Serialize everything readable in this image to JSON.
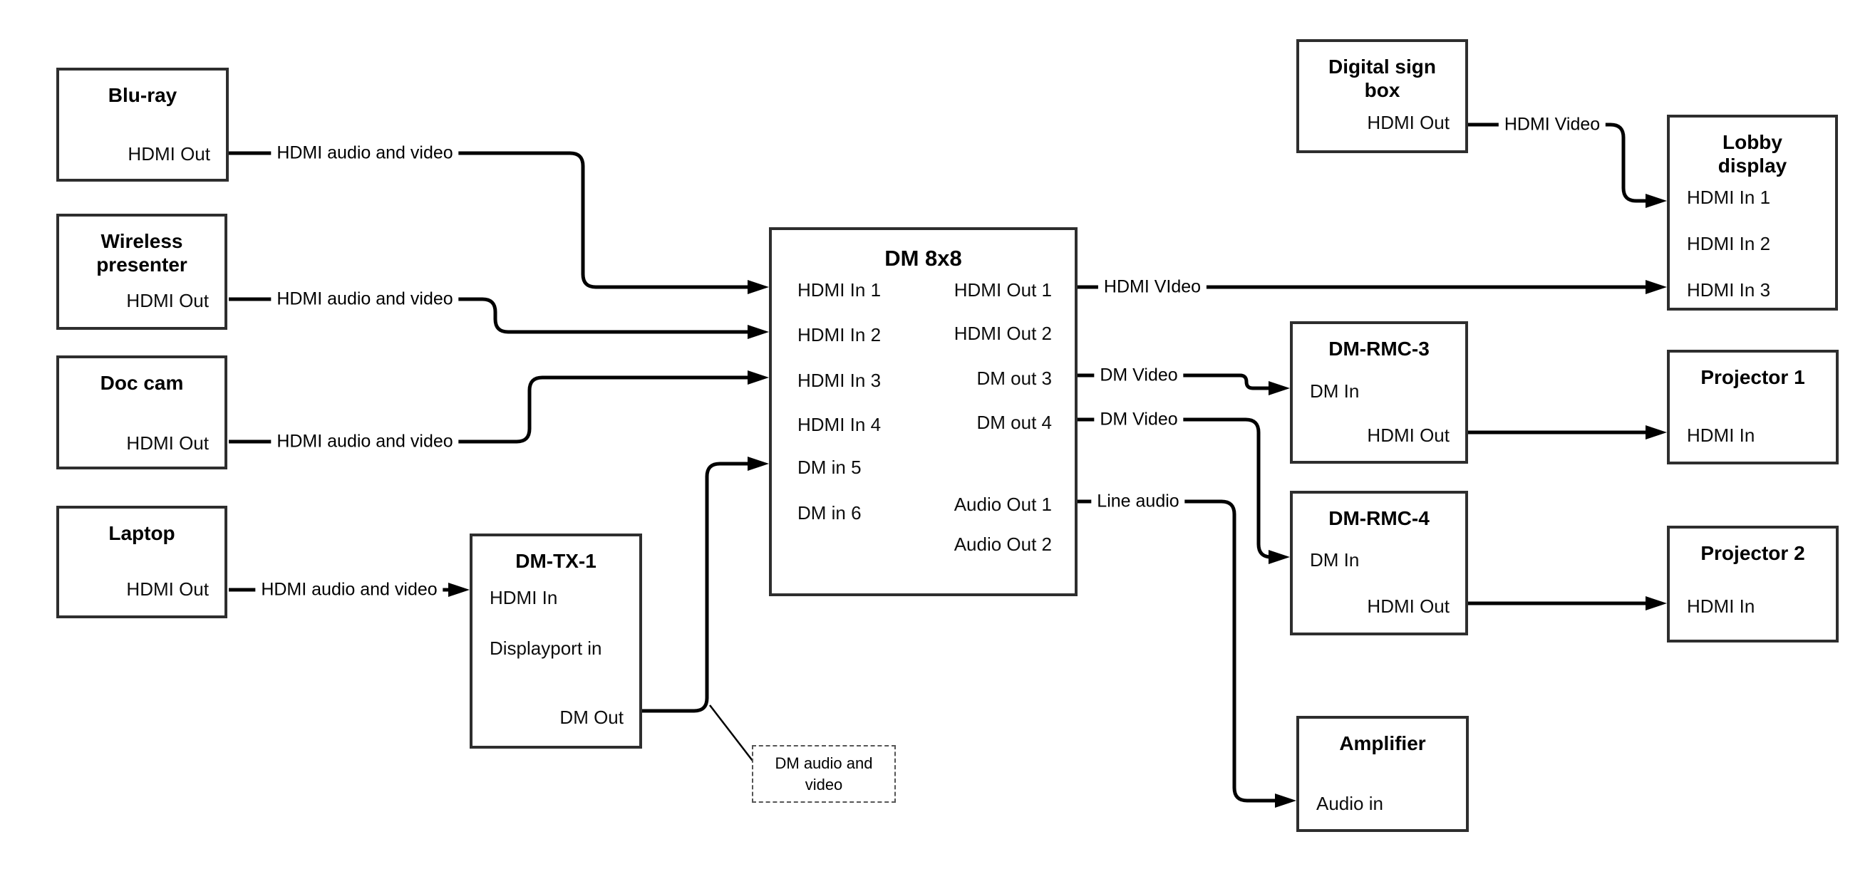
{
  "diagram": {
    "boxes": {
      "bluray": {
        "title": "Blu-ray",
        "ports": {
          "out": "HDMI Out"
        }
      },
      "wireless": {
        "title": "Wireless presenter",
        "ports": {
          "out": "HDMI Out"
        }
      },
      "doccam": {
        "title": "Doc cam",
        "ports": {
          "out": "HDMI Out"
        }
      },
      "laptop": {
        "title": "Laptop",
        "ports": {
          "out": "HDMI Out"
        }
      },
      "dmtx1": {
        "title": "DM-TX-1",
        "ports": {
          "hdmi_in": "HDMI In",
          "dp_in": "Displayport in",
          "dm_out": "DM Out"
        }
      },
      "dm8x8": {
        "title": "DM 8x8",
        "ports_left": [
          "HDMI In 1",
          "HDMI In 2",
          "HDMI In 3",
          "HDMI In 4",
          "DM in 5",
          "DM in 6"
        ],
        "ports_right": [
          "HDMI Out 1",
          "HDMI Out 2",
          "DM out 3",
          "DM out 4",
          "Audio Out 1",
          "Audio Out 2"
        ]
      },
      "digitalsign": {
        "title": "Digital sign box",
        "ports": {
          "out": "HDMI Out"
        }
      },
      "lobby": {
        "title": "Lobby display",
        "ports_left": [
          "HDMI In 1",
          "HDMI In 2",
          "HDMI In 3"
        ]
      },
      "dmrmc3": {
        "title": "DM-RMC-3",
        "ports": {
          "in": "DM In",
          "out": "HDMI Out"
        }
      },
      "proj1": {
        "title": "Projector 1",
        "ports": {
          "in": "HDMI In"
        }
      },
      "dmrmc4": {
        "title": "DM-RMC-4",
        "ports": {
          "in": "DM In",
          "out": "HDMI Out"
        }
      },
      "proj2": {
        "title": "Projector 2",
        "ports": {
          "in": "HDMI In"
        }
      },
      "amplifier": {
        "title": "Amplifier",
        "ports": {
          "in": "Audio in"
        }
      },
      "note": {
        "text": "DM audio and video"
      }
    },
    "wires": [
      {
        "from": "Blu-ray HDMI Out",
        "to": "DM 8x8 HDMI In 1",
        "label": "HDMI audio and video"
      },
      {
        "from": "Wireless presenter HDMI Out",
        "to": "DM 8x8 HDMI In 2",
        "label": "HDMI audio and video"
      },
      {
        "from": "Doc cam HDMI Out",
        "to": "DM 8x8 HDMI In 3",
        "label": "HDMI audio and video"
      },
      {
        "from": "Laptop HDMI Out",
        "to": "DM-TX-1 HDMI In",
        "label": "HDMI audio and video"
      },
      {
        "from": "DM-TX-1 DM Out",
        "to": "DM 8x8 DM in 5",
        "label": ""
      },
      {
        "from": "DM 8x8 HDMI Out 1",
        "to": "Lobby display HDMI In 3",
        "label": "HDMI VIdeo"
      },
      {
        "from": "DM 8x8 DM out 3",
        "to": "DM-RMC-3 DM In",
        "label": "DM Video"
      },
      {
        "from": "DM 8x8 DM out 4",
        "to": "DM-RMC-4 DM In",
        "label": "DM Video"
      },
      {
        "from": "DM 8x8 Audio Out 1",
        "to": "Amplifier Audio in",
        "label": "Line audio"
      },
      {
        "from": "Digital sign box HDMI Out",
        "to": "Lobby display HDMI In 1",
        "label": "HDMI Video"
      },
      {
        "from": "DM-RMC-3 HDMI Out",
        "to": "Projector 1 HDMI In",
        "label": ""
      },
      {
        "from": "DM-RMC-4 HDMI Out",
        "to": "Projector 2 HDMI In",
        "label": ""
      }
    ],
    "colors": {
      "line": "#000000",
      "box_border": "#2e2e2e",
      "background": "#ffffff",
      "text": "#000000"
    }
  }
}
